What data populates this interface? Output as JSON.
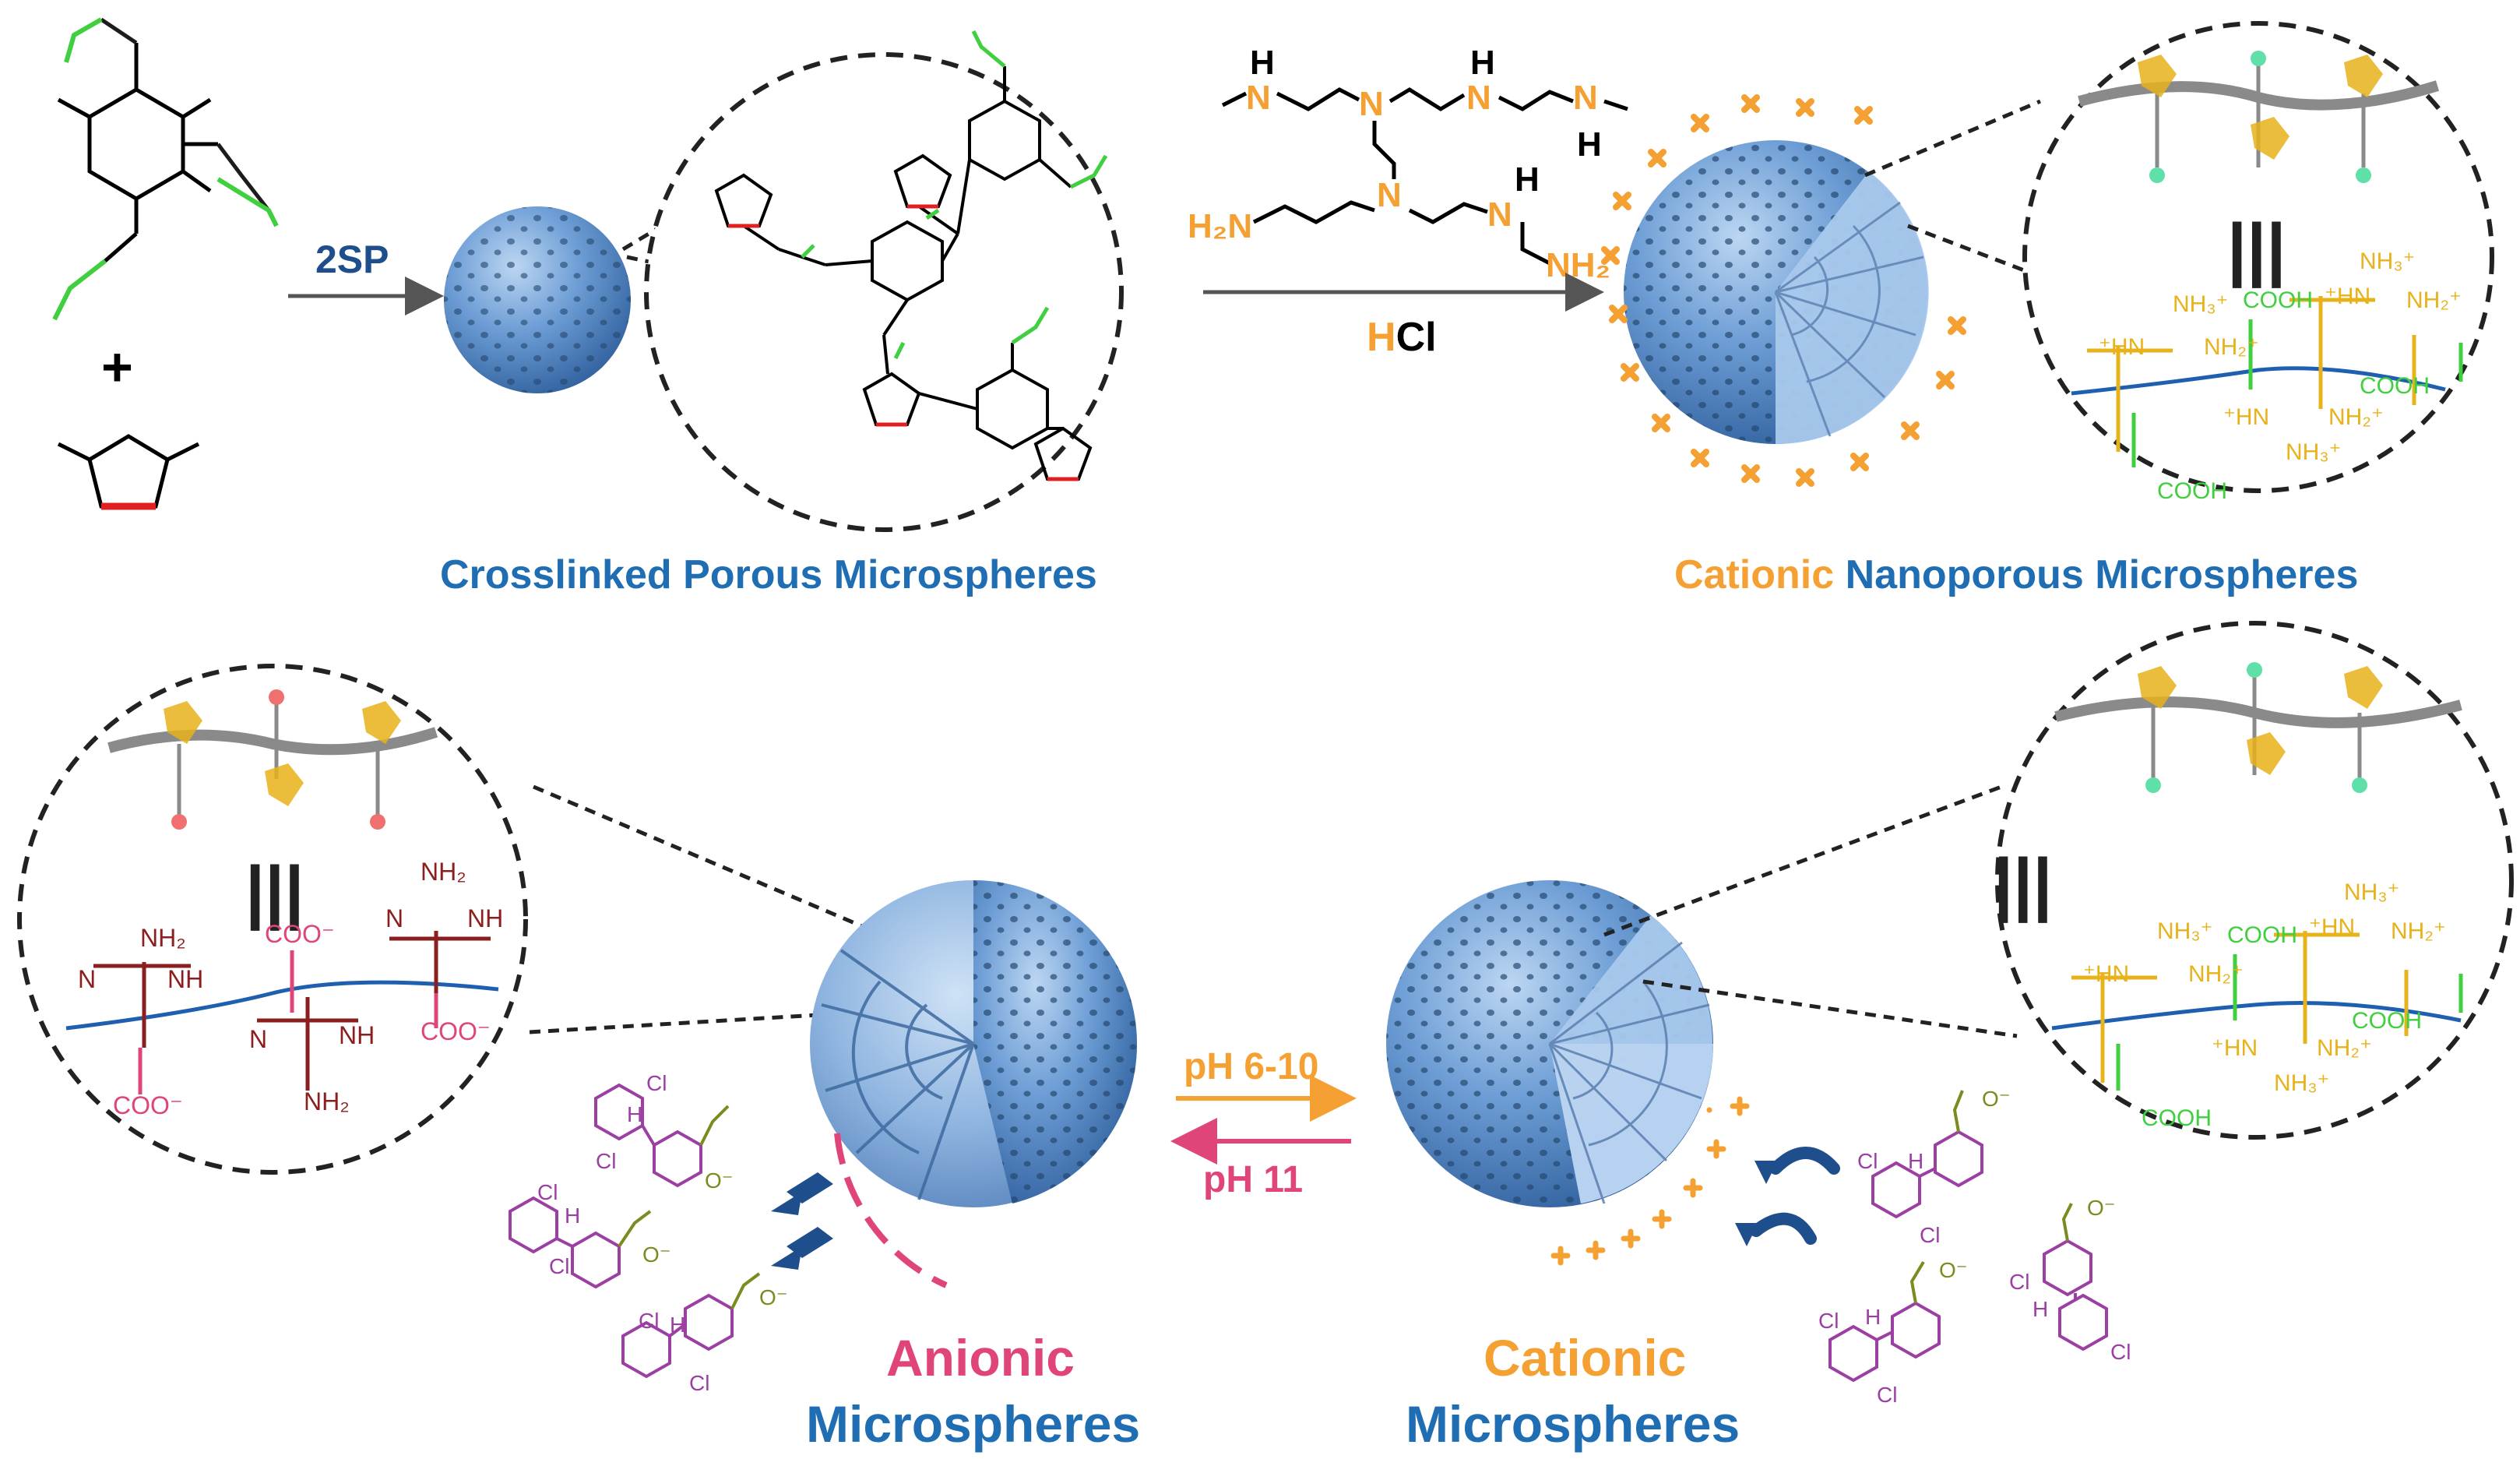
{
  "top_row": {
    "reagents": {
      "plus_sign": "+"
    },
    "arrow_2sp": {
      "label": "2SP"
    },
    "arrow_pei": {
      "label_h": "H",
      "label_cl": "Cl"
    },
    "label_porous": "Crosslinked Porous Microspheres",
    "label_cationic_nano": {
      "part1": "Cationic",
      "part2": "Nanoporous Microspheres"
    }
  },
  "bottom_row": {
    "arrow_forward": {
      "label": "pH 6-10"
    },
    "arrow_back": {
      "label": "pH 11"
    },
    "anionic": {
      "line1": "Anionic",
      "line2": "Microspheres"
    },
    "cationic": {
      "line1": "Cationic",
      "line2": "Microspheres"
    }
  },
  "chem_labels": {
    "pei_h": "H",
    "pei_n": "N",
    "pei_h2n": "H₂N",
    "pei_nh2": "NH₂",
    "o": "O",
    "n": "N",
    "cooh": "COOH",
    "coo": "COO⁻",
    "nh2": "NH₂",
    "nh": "NH",
    "nh3": "NH₃⁺",
    "nh2p": "NH₂⁺",
    "hnp": "⁺HN",
    "cl": "Cl",
    "h": "H",
    "o_minus": "O⁻",
    "triple": "|||"
  },
  "colors": {
    "sphere": "#5d8fc9",
    "blue_text": "#1f6db3",
    "orange": "#f5a032",
    "pink": "#e0457a",
    "dark_red": "#8b1e1e",
    "purple": "#9c3fa3",
    "olive": "#7a8c1f",
    "green": "#3fcf3f",
    "red_bond": "#e02020",
    "yellow_chem": "#e8b21a"
  }
}
